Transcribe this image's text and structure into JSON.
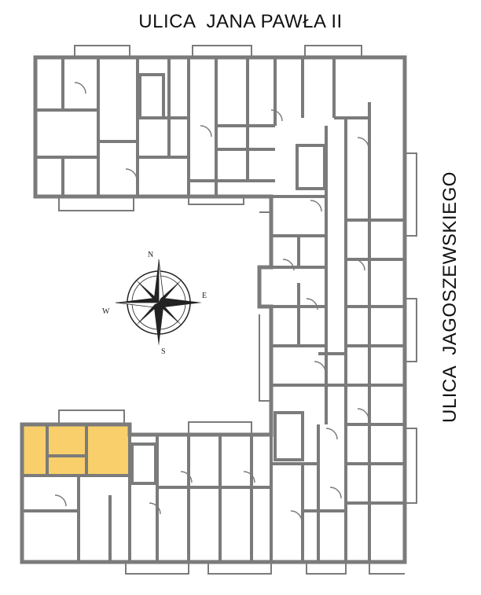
{
  "streets": {
    "north": "ULICA  JANA PAWŁA II",
    "east": "ULICA  JAGOSZEWSKIEGO"
  },
  "compass": {
    "north": "N",
    "east": "E",
    "south": "S",
    "west": "W"
  },
  "colors": {
    "wall": "#7b7b7b",
    "highlight": "#f8cf6a",
    "text": "#111111"
  },
  "highlighted_unit": "south-west apartment on left wing (shaded)"
}
